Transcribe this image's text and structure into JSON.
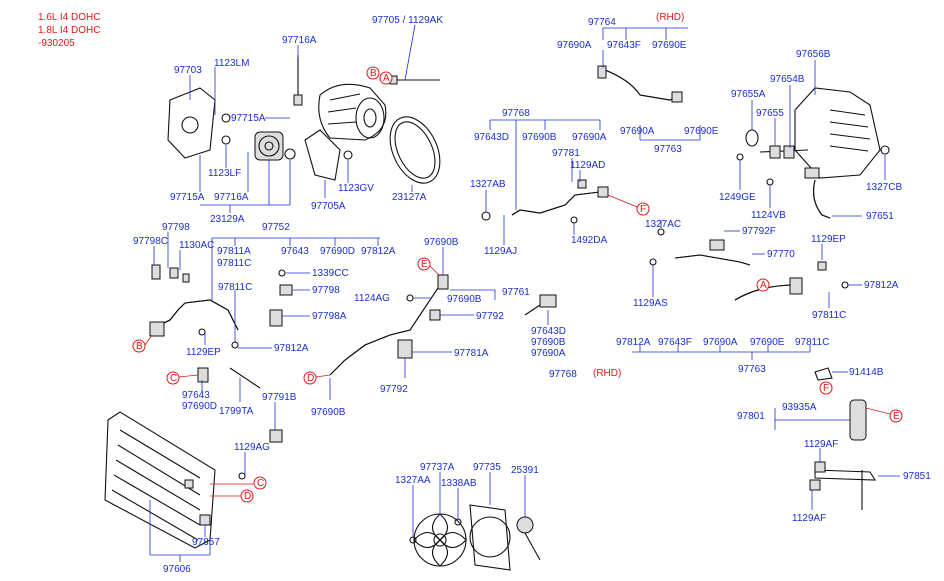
{
  "header": {
    "engine_1": "1.6L I4 DOHC",
    "engine_2": "1.8L I4 DOHC",
    "serial": "-930205"
  },
  "notes": {
    "rhd_1": "(RHD)",
    "rhd_2": "(RHD)"
  },
  "callouts": [
    "A",
    "B",
    "C",
    "D",
    "E",
    "F"
  ],
  "parts": {
    "p97703": "97703",
    "p1123LM": "1123LM",
    "p97716A_top": "97716A",
    "p97705_1129AK": "97705 / 1129AK",
    "p97715A_mid": "97715A",
    "p1123LF": "1123LF",
    "p1123GV": "1123GV",
    "p97705A": "97705A",
    "p23127A": "23127A",
    "p97715A_bot": "97715A",
    "p97716A_bot": "97716A",
    "p23129A": "23129A",
    "p97764": "97764",
    "p97690A_1": "97690A",
    "p97643F_1": "97643F",
    "p97690E_1": "97690E",
    "p97690A_2": "97690A",
    "p97690E_2": "97690E",
    "p97763_top": "97763",
    "p97768_top": "97768",
    "p97643D_1": "97643D",
    "p97690B_1": "97690B",
    "p97690A_3": "97690A",
    "p97781": "97781",
    "p1129AD": "1129AD",
    "p1327AB": "1327AB",
    "p1129AJ": "1129AJ",
    "p1492DA": "1492DA",
    "p1327AC": "1327AC",
    "p97792F": "97792F",
    "p97770": "97770",
    "p1129AS": "1129AS",
    "p97656B": "97656B",
    "p97654B": "97654B",
    "p97655A": "97655A",
    "p97655": "97655",
    "p1249GE": "1249GE",
    "p1124VB": "1124VB",
    "p1327CB": "1327CB",
    "p97651": "97651",
    "p1129EP_r": "1129EP",
    "p97812A_r": "97812A",
    "p97811C_r": "97811C",
    "p97798": "97798",
    "p97798C": "97798C",
    "p1130AC": "1130AC",
    "p97752": "97752",
    "p97811A": "97811A",
    "p97643_a": "97643",
    "p97690D_a": "97690D",
    "p97812A_a": "97812A",
    "p97811C_a": "97811C",
    "p1339CC": "1339CC",
    "p97798_b": "97798",
    "p97798A": "97798A",
    "p97811C_b": "97811C",
    "p1129EP_l": "1129EP",
    "p97812A_l": "97812A",
    "p97643_c": "97643",
    "p97690D_c": "97690D",
    "p1799TA": "1799TA",
    "p97791B": "97791B",
    "p1129AG": "1129AG",
    "p97857": "97857",
    "p97606": "97606",
    "p97690B_2": "97690B",
    "p97761": "97761",
    "p1124AG": "1124AG",
    "p97690B_3": "97690B",
    "p97792_a": "97792",
    "p97781A": "97781A",
    "p97792_b": "97792",
    "p97690B_4": "97690B",
    "p97643D_2": "97643D",
    "p97690B_5": "97690B",
    "p97690A_4": "97690A",
    "p97768_bot": "97768",
    "p97812A_m": "97812A",
    "p97643F_2": "97643F",
    "p97690A_5": "97690A",
    "p97690E_3": "97690E",
    "p97811C_m": "97811C",
    "p97763_bot": "97763",
    "p91414B": "91414B",
    "p97801": "97801",
    "p93935A": "93935A",
    "p1129AF_1": "1129AF",
    "p97851": "97851",
    "p1129AF_2": "1129AF",
    "p97737A": "97737A",
    "p97735": "97735",
    "p25391": "25391",
    "p1327AA": "1327AA",
    "p1338AB": "1338AB"
  }
}
